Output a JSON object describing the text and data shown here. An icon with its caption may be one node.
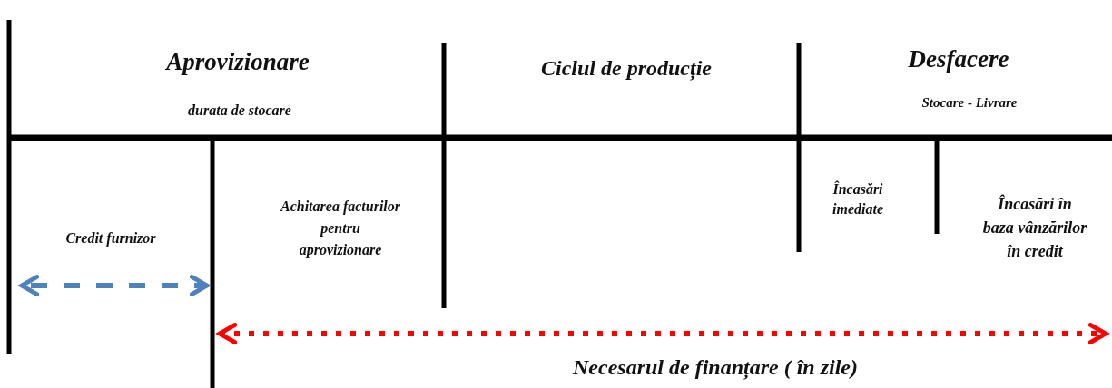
{
  "diagram": {
    "labels": [
      "Aprovizionare",
      "Ciclul de producție",
      "Desfacere",
      "durata de stocare",
      "Stocare - Livrare",
      "Credit furnizor",
      "Achitarea facturilor pentru aprovizionare",
      "Încasări imediate",
      "Încasări în baza vânzărilor în credit",
      "Necesarul de finanțare ( în zile)"
    ]
  }
}
